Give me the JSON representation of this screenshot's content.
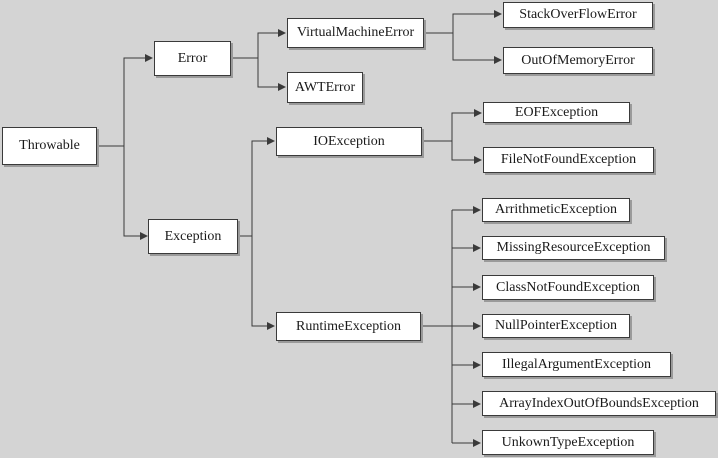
{
  "nodes": {
    "throwable": "Throwable",
    "error": "Error",
    "exception": "Exception",
    "virtual_machine_error": "VirtualMachineError",
    "awt_error": "AWTError",
    "stack_overflow_error": "StackOverFlowError",
    "out_of_memory_error": "OutOfMemoryError",
    "io_exception": "IOException",
    "runtime_exception": "RuntimeException",
    "eof_exception": "EOFException",
    "file_not_found_exception": "FileNotFoundException",
    "arrithmetic_exception": "ArrithmeticException",
    "missing_resource_exception": "MissingResourceException",
    "class_not_found_exception": "ClassNotFoundException",
    "null_pointer_exception": "NullPointerException",
    "illegal_argument_exception": "IllegalArgumentException",
    "array_index_out_of_bounds_exception": "ArrayIndexOutOfBoundsException",
    "unkown_type_exception": "UnkownTypeException"
  },
  "colors": {
    "background": "#d4d4d4",
    "box_fill": "#ffffff",
    "line": "#3a3a3a"
  }
}
